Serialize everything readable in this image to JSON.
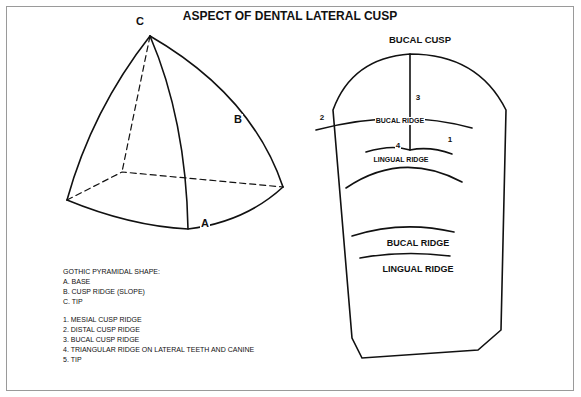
{
  "diagram": {
    "title": "ASPECT OF DENTAL LATERAL CUSP",
    "labels": [
      "C",
      "B",
      "A",
      "BUCAL CUSP",
      "3",
      "2",
      "BUCAL RIDGE",
      "1",
      "4",
      "LINGUAL RIDGE",
      "BUCAL RIDGE",
      "LINGUAL RIDGE",
      "GOTHIC PYRAMIDAL SHAPE:",
      "A. BASE",
      "B. CUSP RIDGE (SLOPE)",
      "C. TIP",
      "1. MESIAL CUSP RIDGE",
      "2. DISTAL CUSP RIDGE",
      "3. BUCAL CUSP RIDGE",
      "4. TRIANGULAR RIDGE ON LATERAL TEETH AND CANINE",
      "5. TIP"
    ]
  }
}
